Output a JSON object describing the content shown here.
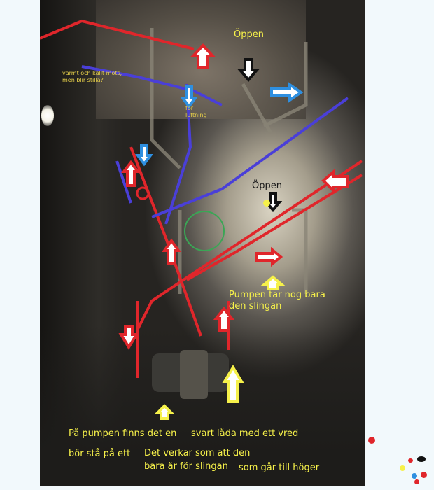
{
  "labels": {
    "oppen_top": "Öppen",
    "oppen_mid": "Öppen",
    "mix_note_1": "varmt och kallt möts,",
    "mix_note_2": "men blir stilla?",
    "vent_1": "för",
    "vent_2": "luftning",
    "pump_note_1": "Pumpen tar nog bara",
    "pump_note_2": "den slingan",
    "bottom_1a": "På pumpen finns det en",
    "bottom_1b": "svart låda med ett vred",
    "bottom_2a": "bör stå på ett",
    "bottom_2b": "Det verkar som att den",
    "bottom_3a": "bara är för slingan",
    "bottom_3b": "som går till höger"
  },
  "colors": {
    "hot_pipe": "#e0262b",
    "cold_pipe": "#4a3fd8",
    "flow_red": "#e0262b",
    "flow_blue": "#2e8fe0",
    "flow_black": "#111111",
    "flow_yellow": "#f6f14a",
    "background": "#f2f9fc"
  },
  "arrows": [
    {
      "name": "red-up-arrow-top",
      "color": "red"
    },
    {
      "name": "black-down-arrow-oppen",
      "color": "black"
    },
    {
      "name": "blue-right-arrow",
      "color": "blue"
    },
    {
      "name": "blue-down-arrow-vent",
      "color": "blue"
    },
    {
      "name": "red-up-arrow-left",
      "color": "red"
    },
    {
      "name": "blue-down-arrow-left",
      "color": "blue"
    },
    {
      "name": "red-left-arrow-right",
      "color": "red"
    },
    {
      "name": "black-down-arrow-mid",
      "color": "black"
    },
    {
      "name": "red-right-arrow-mid",
      "color": "red"
    },
    {
      "name": "yellow-up-arrow-mid",
      "color": "yellow"
    },
    {
      "name": "red-up-arrow-center",
      "color": "red"
    },
    {
      "name": "red-down-arrow-left",
      "color": "red"
    },
    {
      "name": "red-up-arrow-lower",
      "color": "red"
    },
    {
      "name": "yellow-up-arrow-large",
      "color": "yellow"
    },
    {
      "name": "yellow-up-arrow-small",
      "color": "yellow"
    }
  ]
}
